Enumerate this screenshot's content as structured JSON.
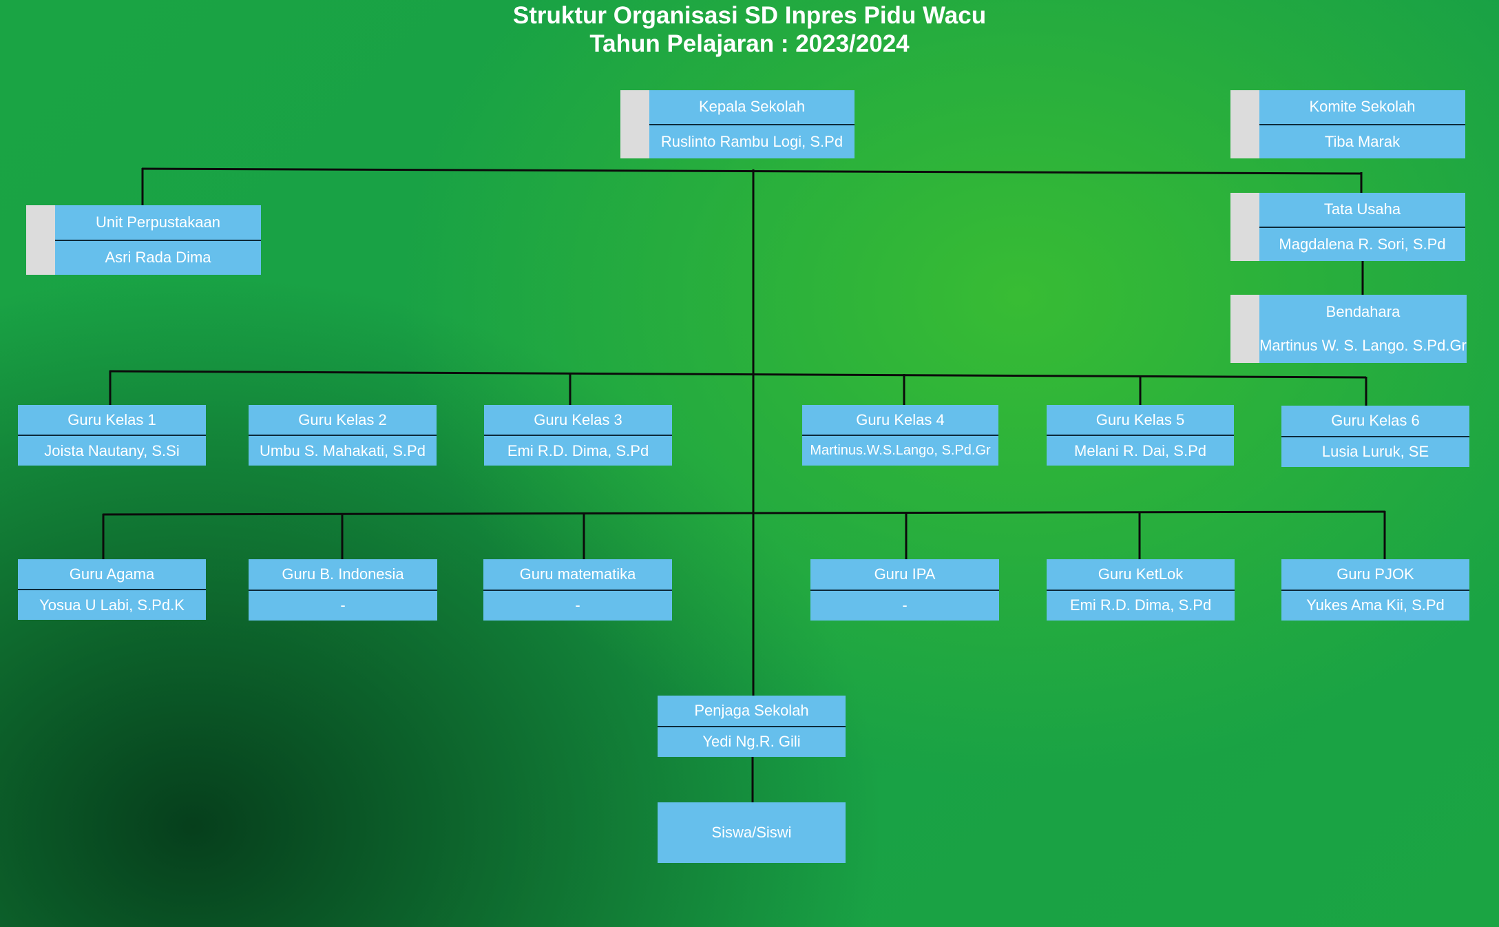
{
  "title": "Struktur Organisasi SD Inpres Pidu Wacu",
  "subtitle": "Tahun Pelajaran : 2023/2024",
  "kepala": {
    "role": "Kepala Sekolah",
    "name": "Ruslinto Rambu Logi, S.Pd"
  },
  "komite": {
    "role": "Komite Sekolah",
    "name": "Tiba Marak"
  },
  "tata_usaha": {
    "role": "Tata Usaha",
    "name": "Magdalena R. Sori, S.Pd"
  },
  "bendahara": {
    "role": "Bendahara",
    "name": "Martinus W. S. Lango. S.Pd.Gr"
  },
  "perpustakaan": {
    "role": "Unit Perpustakaan",
    "name": "Asri Rada Dima"
  },
  "guru_kelas": [
    {
      "role": "Guru Kelas 1",
      "name": "Joista Nautany, S.Si"
    },
    {
      "role": "Guru Kelas 2",
      "name": "Umbu S. Mahakati, S.Pd"
    },
    {
      "role": "Guru Kelas 3",
      "name": "Emi R.D. Dima, S.Pd"
    },
    {
      "role": "Guru Kelas 4",
      "name": "Martinus.W.S.Lango, S.Pd.Gr"
    },
    {
      "role": "Guru Kelas 5",
      "name": "Melani R. Dai, S.Pd"
    },
    {
      "role": "Guru Kelas 6",
      "name": "Lusia Luruk, SE"
    }
  ],
  "guru_mapel": [
    {
      "role": "Guru Agama",
      "name": "Yosua U Labi, S.Pd.K"
    },
    {
      "role": "Guru B. Indonesia",
      "name": "-"
    },
    {
      "role": "Guru matematika",
      "name": "-"
    },
    {
      "role": "Guru IPA",
      "name": "-"
    },
    {
      "role": "Guru KetLok",
      "name": "Emi R.D. Dima, S.Pd"
    },
    {
      "role": "Guru PJOK",
      "name": "Yukes Ama Kii, S.Pd"
    }
  ],
  "penjaga": {
    "role": "Penjaga Sekolah",
    "name": "Yedi Ng.R. Gili"
  },
  "siswa": {
    "label": "Siswa/Siswi"
  }
}
